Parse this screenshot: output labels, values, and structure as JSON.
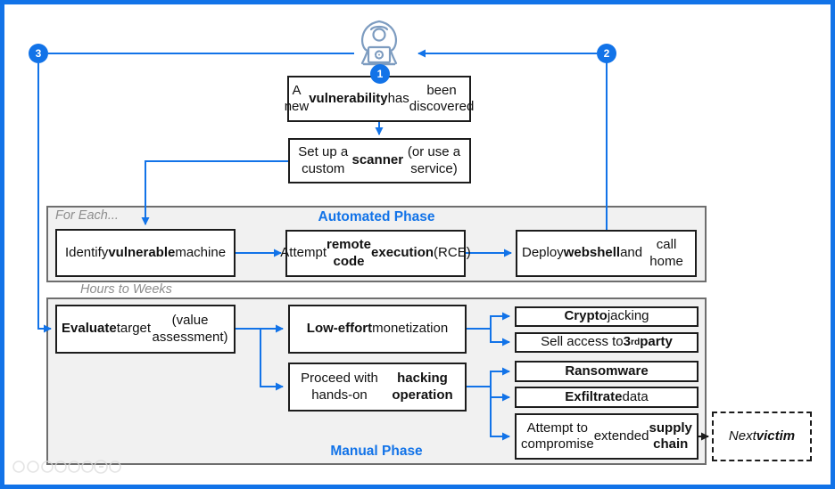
{
  "badges": {
    "b1": "1",
    "b2": "2",
    "b3": "3"
  },
  "labels": {
    "for_each": "For Each...",
    "automated": "Automated Phase",
    "hours": "Hours to Weeks",
    "manual": "Manual Phase"
  },
  "boxes": {
    "vulnerability": [
      {
        "t": "A new "
      },
      {
        "t": "vulnerability",
        "b": true
      },
      {
        "t": " has"
      },
      {
        "br": true
      },
      {
        "t": "been discovered"
      }
    ],
    "scanner": [
      {
        "t": "Set up a custom "
      },
      {
        "t": "scanner",
        "b": true
      },
      {
        "br": true
      },
      {
        "t": "(or use a service)"
      }
    ],
    "identify": [
      {
        "t": "Identify "
      },
      {
        "t": "vulnerable",
        "b": true
      },
      {
        "br": true
      },
      {
        "t": "machine"
      }
    ],
    "rce": [
      {
        "t": "Attempt "
      },
      {
        "t": "remote code",
        "b": true
      },
      {
        "br": true
      },
      {
        "t": "execution",
        "b": true
      },
      {
        "t": " (RCE)"
      }
    ],
    "webshell": [
      {
        "t": "Deploy "
      },
      {
        "t": "webshell",
        "b": true
      },
      {
        "t": " and"
      },
      {
        "br": true
      },
      {
        "t": "call home"
      }
    ],
    "evaluate": [
      {
        "t": "Evaluate",
        "b": true
      },
      {
        "t": " target"
      },
      {
        "br": true
      },
      {
        "t": "(value assessment)"
      }
    ],
    "low_effort": [
      {
        "t": "Low-effort",
        "b": true
      },
      {
        "t": " monetization"
      }
    ],
    "hands_on": [
      {
        "t": "Proceed with hands-on"
      },
      {
        "br": true
      },
      {
        "t": "hacking operation",
        "b": true
      }
    ],
    "cryptojacking": [
      {
        "t": "Crypto",
        "b": true
      },
      {
        "t": "jacking"
      }
    ],
    "sell_access": [
      {
        "t": "Sell access to "
      },
      {
        "t": "3",
        "b": true
      },
      {
        "t": "rd",
        "b": true,
        "sup": true
      },
      {
        "t": " "
      },
      {
        "t": "party",
        "b": true
      }
    ],
    "ransomware": [
      {
        "t": "Ransomware",
        "b": true
      }
    ],
    "exfiltrate": [
      {
        "t": "Exfiltrate",
        "b": true
      },
      {
        "t": " data"
      }
    ],
    "supply_chain": [
      {
        "t": "Attempt to compromise"
      },
      {
        "br": true
      },
      {
        "t": "extended "
      },
      {
        "t": "supply chain",
        "b": true
      }
    ],
    "next_victim": [
      {
        "t": "Next "
      },
      {
        "t": "victim",
        "b": true
      }
    ]
  },
  "icons": {
    "hacker": "hooded-hacker-with-laptop",
    "watermark": "faint-player-controls"
  },
  "colors": {
    "accent_blue": "#1273e8",
    "box_border": "#1c1c1c",
    "container_bg": "#f1f1f1",
    "container_border": "#6e6e6e",
    "muted_text": "#8d8d8d",
    "icon_stroke": "#7d9cc0",
    "black_arrow": "#1c1c1c"
  }
}
